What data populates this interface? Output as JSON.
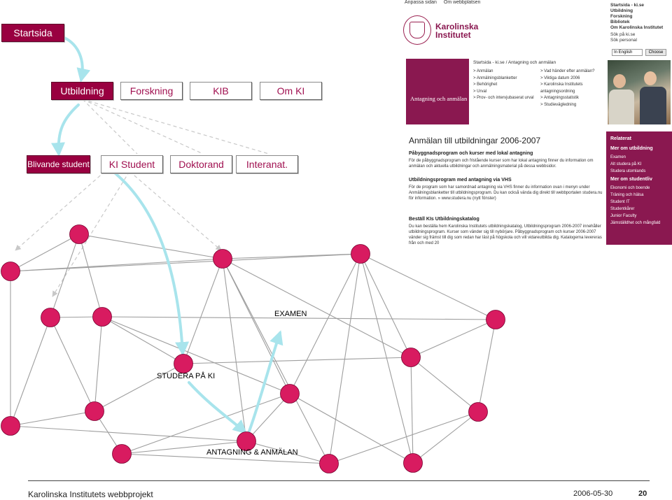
{
  "nav": {
    "top": "Startsida",
    "level2": [
      "Utbildning",
      "Forskning",
      "KIB",
      "Om KI"
    ],
    "level3": [
      "Blivande student",
      "KI Student",
      "Doktorand",
      "Interanat."
    ]
  },
  "network": {
    "labels": [
      "EXAMEN",
      "STUDERA PÅ KI",
      "ANTAGNING & ANMÄLAN"
    ],
    "node_color": "#d81b60",
    "edge_color": "#9e9e9e",
    "highlight_color": "#a8e4ec"
  },
  "ki_page": {
    "topbar": [
      "Anpassa sidan",
      "Om webbplatsen"
    ],
    "brand": "Karolinska Institutet",
    "right_links": [
      "Startsida - ki.se",
      "Utbildning",
      "Forskning",
      "Bibliotek",
      "Om Karolinska Institutet"
    ],
    "search": [
      "Sök på ki.se",
      "Sök personal"
    ],
    "lang": "In English",
    "choose": "Choose",
    "banner": "Antagning och anmälan",
    "breadcrumb": "Startsida - ki.se / Antagning och anmälan",
    "menu_a": [
      "> Anmälan",
      "> Anmälningsblanketter",
      "> Behörighet",
      "> Urval",
      "> Prov- och intervjubaserat urval"
    ],
    "menu_b": [
      "> Vad händer efter anmälan?",
      "> Viktiga datum 2006",
      "> Karolinska Institutets antagningsordning",
      "> Antagningsstatistik",
      "> Studievägledning"
    ],
    "title": "Anmälan till utbildningar 2006-2007",
    "sections": [
      {
        "heading": "Påbyggnadsprogram och kurser med lokal antagning",
        "body": "För de påbyggnadsprogram och fristående kurser som har lokal antagning finner du information om anmälan och aktuella utbildningar och anmälningsmaterial på dessa webbsidor."
      },
      {
        "heading": "Utbildningsprogram med antagning via VHS",
        "body": "För de program som har samordnad antagning via VHS finner du information ovan i menyn under Anmälningsblanketter till utbildningsprogram. Du kan också vända dig direkt till webbportalen studera.nu för information. » www.studera.nu (nytt fönster)"
      },
      {
        "heading": "Beställ KIs Utbildningskatalog",
        "body": "Du kan beställa hem Karolinska Institutets utbildningskatalog, Utbildningsprogram 2006-2007 innehåller utbildningsprogram. Kurser som vänder sig till nybörjare. Påbyggnadsprogram och kurser 2006-2007 vänder sig främst till dig som redan har läst på högskola och vill vidareutbilda dig. Katalogerna levereras från och med 20"
      }
    ],
    "aside": {
      "h1": "Relaterat",
      "h2": "Mer om utbildning",
      "items1": [
        "Examen",
        "Alt studera på KI",
        "Studera utomlands"
      ],
      "h3": "Mer om studentliv",
      "items2": [
        "Ekonomi och boende",
        "Träning och hälsa",
        "Student IT",
        "Studentkårer",
        "Junior Faculty",
        "Jämställdhet och mångfald"
      ]
    },
    "colors": {
      "brand": "#8a1850"
    }
  },
  "footer": {
    "left": "Karolinska Institutets webbprojekt",
    "date": "2006-05-30",
    "page": "20"
  }
}
